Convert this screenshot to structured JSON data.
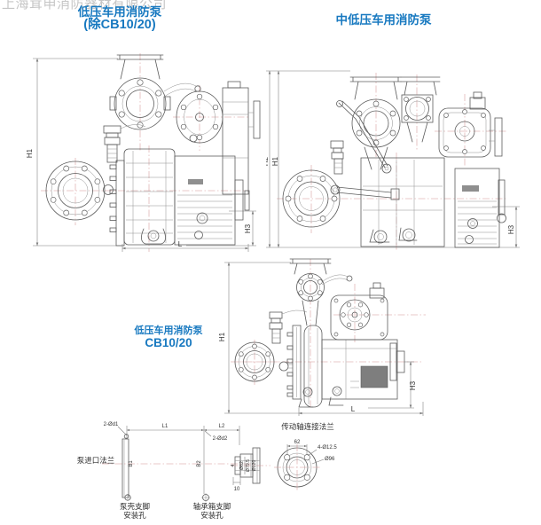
{
  "watermark": "上海茸申消防器材有限公司",
  "colors": {
    "title_blue": "#1879c0",
    "line_gray": "#5c5c5c",
    "centerline_red": "#d49494",
    "watermark_gray": "#c6c6c6"
  },
  "titles": {
    "low_pressure": {
      "line1": "低压车用消防泵",
      "line2": "(除CB10/20)"
    },
    "mid_low_pressure": "中低压车用消防泵",
    "cb1020": {
      "line1": "低压车用消防泵",
      "line2": "CB10/20"
    }
  },
  "drawing1": {
    "dims": {
      "h1": "H1",
      "h3": "H3",
      "l": "L"
    }
  },
  "drawing2": {
    "dims": {
      "h2": "H2",
      "h1": "H1",
      "h3": "H3"
    }
  },
  "drawing3": {
    "dims": {
      "h1": "H1",
      "h3": "H3",
      "l": "L"
    }
  },
  "bottom_diagram": {
    "labels": {
      "holes_d1": "2-Ød1",
      "l1": "L1",
      "l2": "L2",
      "holes_d2": "2-Ød2",
      "inlet_flange": "泵进口法兰",
      "b1": "B1",
      "b2": "B2",
      "pump_foot_line1": "泵壳支脚",
      "pump_foot_line2": "安装孔",
      "bearing_foot_line1": "轴承箱支脚",
      "bearing_foot_line2": "安装孔",
      "drive_flange_title": "传动轴连接法兰",
      "dim_62": "62",
      "holes_12_5": "4-Ø12.5",
      "d96": "Ø96",
      "d62": "Ø62",
      "d79_5": "Ø79.5",
      "d120": "Ø120",
      "dim_10": "10",
      "dim_4": "4"
    }
  }
}
